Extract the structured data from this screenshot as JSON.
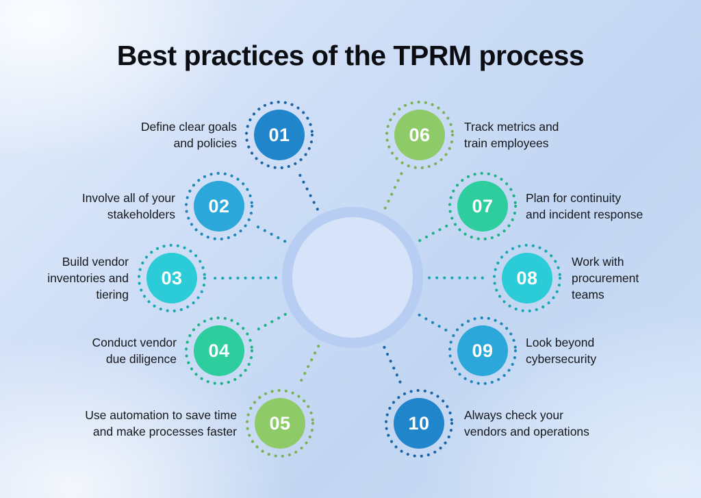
{
  "title": "Best practices of the TPRM process",
  "palette": {
    "blue": {
      "fill": "#2185cb",
      "dots": "#1c64a6"
    },
    "light_blue": {
      "fill": "#2ba7da",
      "dots": "#1f86ba"
    },
    "cyan": {
      "fill": "#2bcbd7",
      "dots": "#18a8b4"
    },
    "emerald": {
      "fill": "#2dcd9d",
      "dots": "#1fb286"
    },
    "green": {
      "fill": "#8eca67",
      "dots": "#7ab257"
    },
    "hub_ring": "#b7cdf1",
    "hub_fill": "#d6e3f8",
    "text": "#14171c"
  },
  "items": [
    {
      "num": "01",
      "label": "Define clear goals\nand policies"
    },
    {
      "num": "02",
      "label": "Involve all of your\nstakeholders"
    },
    {
      "num": "03",
      "label": "Build vendor\ninventories and\ntiering"
    },
    {
      "num": "04",
      "label": "Conduct vendor\ndue diligence"
    },
    {
      "num": "05",
      "label": "Use automation to save time\nand make processes faster"
    },
    {
      "num": "06",
      "label": "Track metrics and\ntrain employees"
    },
    {
      "num": "07",
      "label": "Plan for continuity\nand incident response"
    },
    {
      "num": "08",
      "label": "Work with\nprocurement\nteams"
    },
    {
      "num": "09",
      "label": "Look beyond\ncybersecurity"
    },
    {
      "num": "10",
      "label": "Always check your\nvendors and operations"
    }
  ]
}
